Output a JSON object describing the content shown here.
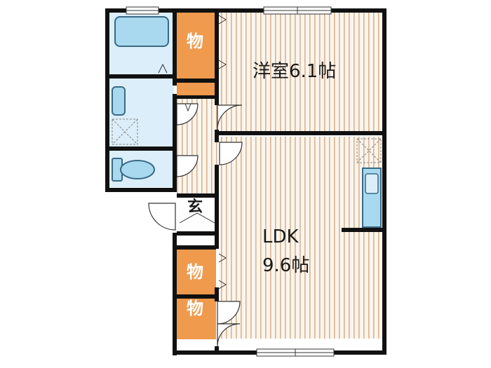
{
  "rooms": {
    "western_room": {
      "label": "洋室6.1帖"
    },
    "ldk": {
      "line1": "LDK",
      "line2": "9.6帖"
    },
    "entrance": {
      "label": "玄"
    },
    "storage": [
      {
        "label": "物"
      },
      {
        "label": "物"
      },
      {
        "label": "物"
      }
    ]
  },
  "colors": {
    "wall": "#111111",
    "floor_stripe": "#d9b48f",
    "floor_base": "#fbf5ee",
    "storage_fill": "#ef9a4d",
    "wet_area": "#dbeefa",
    "fixture": "#a9d9ee",
    "fixture_stroke": "#3a6a86"
  }
}
